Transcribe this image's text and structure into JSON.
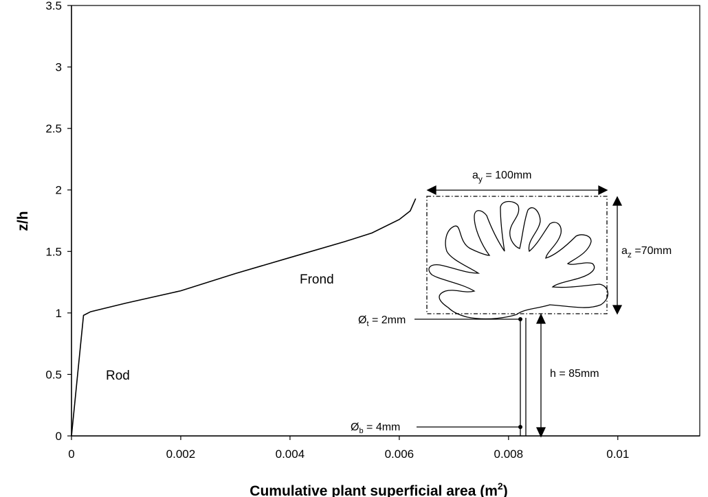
{
  "chart_data": {
    "type": "line",
    "title": "",
    "xlabel": "Cumulative plant superficial area (m",
    "xlabel_sup": "2",
    "xlabel_end": ")",
    "ylabel": "z/h",
    "xlim": [
      0,
      0.0115
    ],
    "ylim": [
      0,
      3.5
    ],
    "grid": false,
    "x_ticks": [
      0,
      0.002,
      0.004,
      0.006,
      0.008,
      0.01
    ],
    "x_tick_labels": [
      "0",
      "0.002",
      "0.004",
      "0.006",
      "0.008",
      "0.01"
    ],
    "y_ticks": [
      0,
      0.5,
      1,
      1.5,
      2,
      2.5,
      3,
      3.5
    ],
    "y_tick_labels": [
      "0",
      "0.5",
      "1",
      "1.5",
      "2",
      "2.5",
      "3",
      "3.5"
    ],
    "series": [
      {
        "x": [
          0,
          0.00022,
          0.00035,
          0.001,
          0.002,
          0.003,
          0.004,
          0.005,
          0.0055,
          0.006,
          0.0062,
          0.0063
        ],
        "y": [
          0,
          0.98,
          1.01,
          1.08,
          1.18,
          1.32,
          1.45,
          1.58,
          1.65,
          1.76,
          1.83,
          1.93
        ]
      }
    ],
    "annotations": {
      "rod": "Rod",
      "frond": "Frond",
      "ay": "a",
      "ay_sub": "y",
      "ay_val": " = 100mm",
      "az": "a",
      "az_sub": "z",
      "az_val": " =70mm",
      "dt": "Ø",
      "dt_sub": "t",
      "dt_val": " = 2mm",
      "db": "Ø",
      "db_sub": "b",
      "db_val": " = 4mm",
      "h": "h = 85mm"
    }
  }
}
